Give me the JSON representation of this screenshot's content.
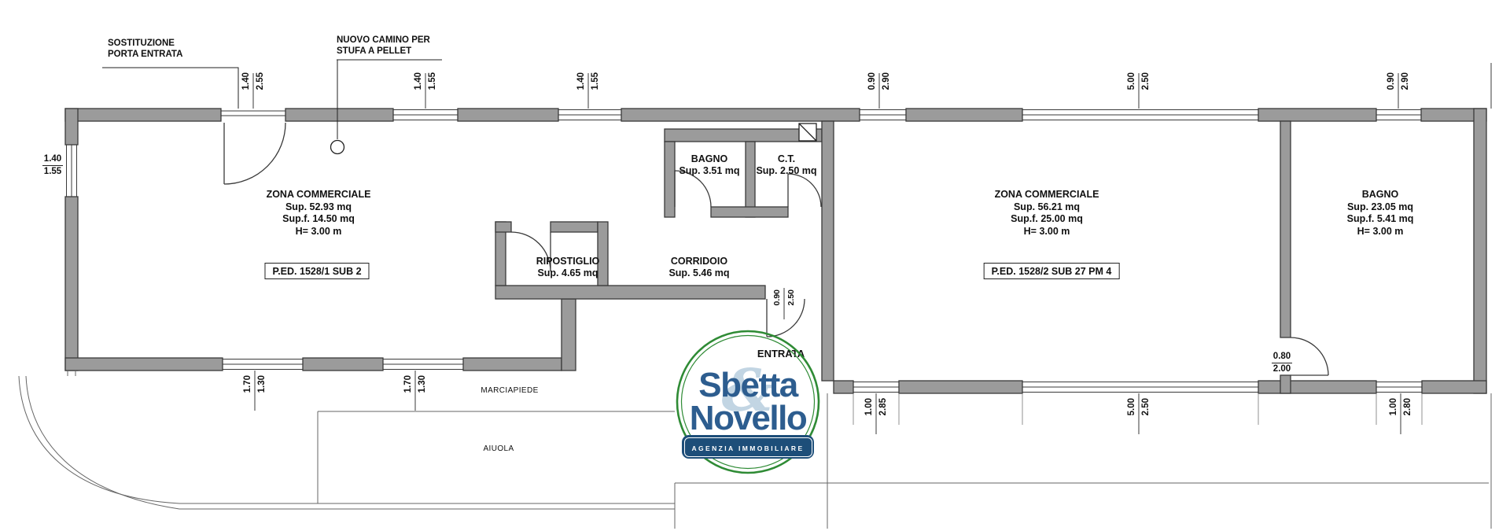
{
  "annotations": {
    "sostituzione_l1": "SOSTITUZIONE",
    "sostituzione_l2": "PORTA ENTRATA",
    "camino_l1": "NUOVO CAMINO PER",
    "camino_l2": "STUFA A PELLET",
    "entrata": "ENTRATA",
    "marciapiede": "MARCIAPIEDE",
    "aiuola": "AIUOLA"
  },
  "rooms": {
    "zona_left": {
      "name": "ZONA COMMERCIALE",
      "sup": "Sup. 52.93 mq",
      "supf": "Sup.f. 14.50 mq",
      "h": "H= 3.00 m",
      "ped": "P.ED. 1528/1 SUB 2"
    },
    "zona_right": {
      "name": "ZONA COMMERCIALE",
      "sup": "Sup. 56.21 mq",
      "supf": "Sup.f. 25.00 mq",
      "h": "H= 3.00 m",
      "ped": "P.ED. 1528/2 SUB 27 PM 4"
    },
    "bagno_mid": {
      "name": "BAGNO",
      "sup": "Sup. 3.51 mq"
    },
    "ct": {
      "name": "C.T.",
      "sup": "Sup. 2.50 mq"
    },
    "ripostiglio": {
      "name": "RIPOSTIGLIO",
      "sup": "Sup. 4.65 mq"
    },
    "corridoio": {
      "name": "CORRIDOIO",
      "sup": "Sup. 5.46 mq"
    },
    "bagno_right": {
      "name": "BAGNO",
      "sup": "Sup. 23.05 mq",
      "supf": "Sup.f. 5.41 mq",
      "h": "H= 3.00 m"
    }
  },
  "dimensions": {
    "top": [
      {
        "w": "1.40",
        "h": "2.55"
      },
      {
        "w": "1.40",
        "h": "1.55"
      },
      {
        "w": "1.40",
        "h": "1.55"
      },
      {
        "w": "0.90",
        "h": "2.90"
      },
      {
        "w": "5.00",
        "h": "2.50"
      },
      {
        "w": "0.90",
        "h": "2.90"
      }
    ],
    "left": {
      "w": "1.40",
      "h": "1.55"
    },
    "bottom_left": [
      {
        "w": "1.70",
        "h": "1.30"
      },
      {
        "w": "1.70",
        "h": "1.30"
      }
    ],
    "bottom_right": [
      {
        "w": "1.00",
        "h": "2.85"
      },
      {
        "w": "5.00",
        "h": "2.50"
      },
      {
        "w": "1.00",
        "h": "2.80"
      }
    ],
    "entrata_door": {
      "w": "0.90",
      "h": "2.50"
    },
    "bagno_door": {
      "w": "0.80",
      "h": "2.00"
    }
  },
  "logo": {
    "name1": "Sbetta",
    "name2": "Novello",
    "amp": "&",
    "tagline": "AGENZIA IMMOBILIARE",
    "ring_green": "#2f8b35",
    "brand_blue": "#2d5d8f",
    "pill_blue": "#1d4e79"
  },
  "colors": {
    "wall_fill": "#9b9b9b",
    "wall_line": "#3a3a3a",
    "thin_line": "#666666"
  }
}
